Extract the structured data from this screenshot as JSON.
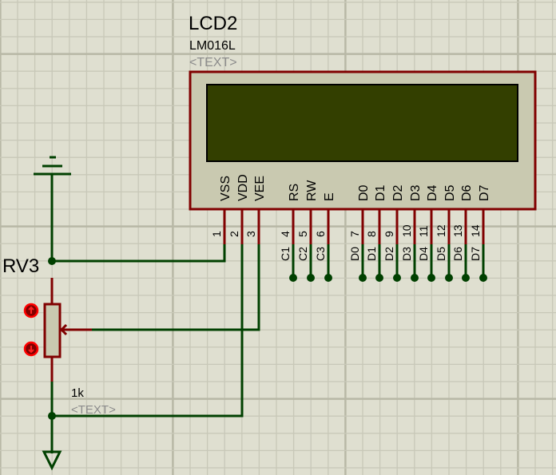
{
  "lcd": {
    "ref": "LCD2",
    "part": "LM016L",
    "text_placeholder": "<TEXT>",
    "pins": [
      {
        "name": "VSS",
        "num": "1",
        "net": ""
      },
      {
        "name": "VDD",
        "num": "2",
        "net": ""
      },
      {
        "name": "VEE",
        "num": "3",
        "net": ""
      },
      {
        "name": "RS",
        "num": "4",
        "net": "C1"
      },
      {
        "name": "RW",
        "num": "5",
        "net": "C2"
      },
      {
        "name": "E",
        "num": "6",
        "net": "C3"
      },
      {
        "name": "D0",
        "num": "7",
        "net": "D0"
      },
      {
        "name": "D1",
        "num": "8",
        "net": "D1"
      },
      {
        "name": "D2",
        "num": "9",
        "net": "D2"
      },
      {
        "name": "D3",
        "num": "10",
        "net": "D3"
      },
      {
        "name": "D4",
        "num": "11",
        "net": "D4"
      },
      {
        "name": "D5",
        "num": "12",
        "net": "D5"
      },
      {
        "name": "D6",
        "num": "13",
        "net": "D6"
      },
      {
        "name": "D7",
        "num": "14",
        "net": "D7"
      }
    ]
  },
  "pot": {
    "ref": "RV3",
    "value": "1k",
    "text_placeholder": "<TEXT>"
  },
  "colors": {
    "background": "#dfdfd0",
    "grid_minor": "#c6c6b6",
    "grid_major": "#b9b9a8",
    "component_outline": "#800000",
    "component_fill": "#c9c9b0",
    "lcd_screen": "#333f00",
    "wire": "#004000",
    "pin": "#800000",
    "probe_red": "#ff0000"
  }
}
